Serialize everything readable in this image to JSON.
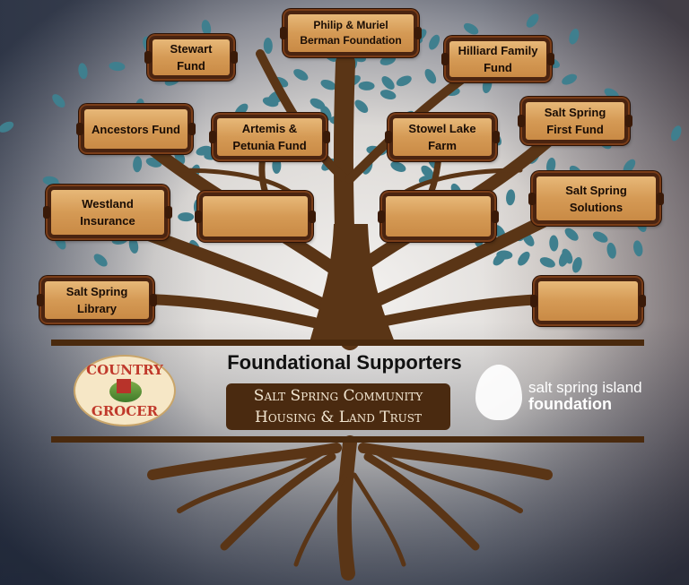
{
  "plaques": {
    "berman": "Philip & Muriel Berman Foundation",
    "stewart": "Stewart Fund",
    "hilliard": "Hilliard Family Fund",
    "ancestors": "Ancestors Fund",
    "artemis": "Artemis & Petunia Fund",
    "stowel": "Stowel Lake Farm",
    "ssfirst": "Salt Spring First Fund",
    "westland": "Westland Insurance",
    "sssolutions": "Salt Spring Solutions",
    "sslibrary": "Salt Spring Library"
  },
  "heading": "Foundational Supporters",
  "logos": {
    "grocer_top": "COUNTRY",
    "grocer_bottom": "GROCER",
    "trust_line1": "Salt Spring Community",
    "trust_line2": "Housing & Land Trust",
    "ssif_line1": "salt spring island",
    "ssif_line2": "foundation"
  },
  "colors": {
    "trunk": "#5a3516",
    "leaf": "#3f7f8e",
    "wood": "#d59a55",
    "frame": "#4a2410"
  }
}
